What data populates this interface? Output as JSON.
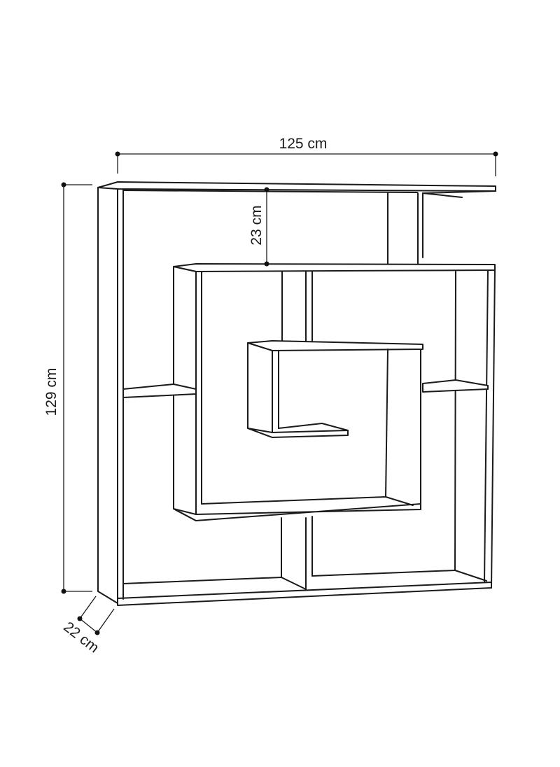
{
  "dimensions": {
    "width": {
      "label": "125 cm",
      "value": 125,
      "unit": "cm"
    },
    "height": {
      "label": "129 cm",
      "value": 129,
      "unit": "cm"
    },
    "shelf_gap": {
      "label": "23 cm",
      "value": 23,
      "unit": "cm"
    },
    "depth": {
      "label": "22 cm",
      "value": 22,
      "unit": "cm"
    }
  },
  "colors": {
    "line": "#1a1a1a",
    "background": "#ffffff"
  }
}
